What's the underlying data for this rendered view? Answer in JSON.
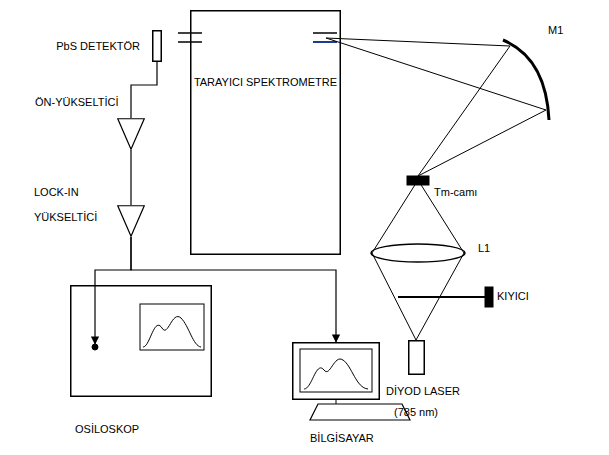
{
  "diagram": {
    "nodes": [
      {
        "text": [
          "PbS DETEKTÖR"
        ]
      },
      {
        "text": [
          "ÖN-YÜKSELTİCİ"
        ]
      },
      {
        "text": [
          "LOCK-IN YÜKSELTİCİ"
        ]
      },
      {
        "text": [
          "TARAYICI SPEKTROMETRE"
        ]
      },
      {
        "text": [
          "OSİLOSKOP"
        ]
      },
      {
        "text": [
          "BİLGİSAYAR"
        ]
      },
      {
        "text": [
          "DİYOD LASER",
          "(785 nm)"
        ]
      }
    ],
    "edges": [
      {
        "from": 0,
        "to": 1,
        "arrow": "none"
      },
      {
        "from": 1,
        "to": 2,
        "arrow": "none"
      },
      {
        "from": 2,
        "to": 4,
        "arrow": "to"
      },
      {
        "from": 2,
        "to": 5,
        "arrow": "to"
      }
    ],
    "labels": [
      "M1",
      "Tm-camı",
      "L1",
      "KIYICI"
    ]
  }
}
